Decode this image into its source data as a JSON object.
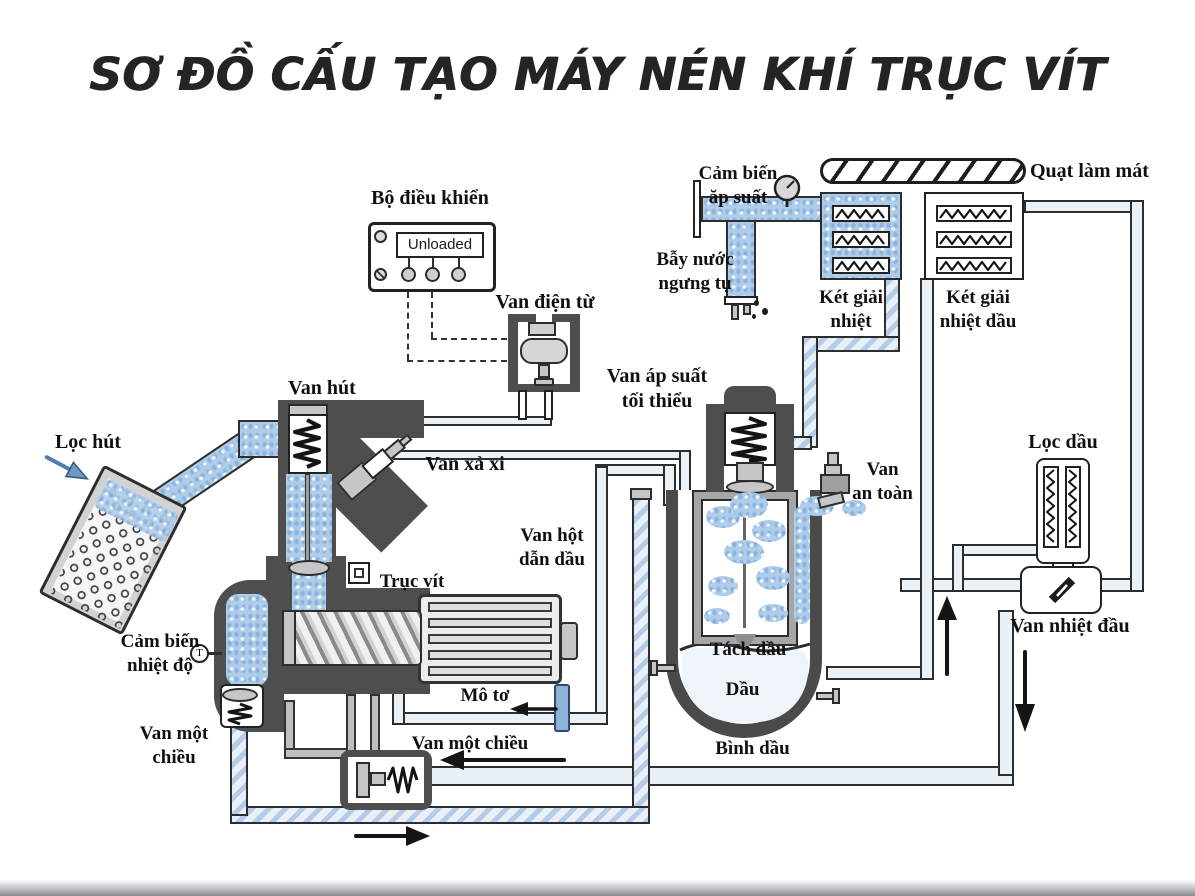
{
  "title": "SƠ ĐỒ CẤU TẠO MÁY NÉN KHÍ TRỤC VÍT",
  "controller": {
    "label": "Bộ điều khiển",
    "display": "Unloaded"
  },
  "labels": {
    "solenoid": "Van điện từ",
    "pressure1": "Cảm biến",
    "pressure2": "ăp suất",
    "fan": "Quạt làm mát",
    "trap1": "Bẫy nước",
    "trap2": "ngưng tụ",
    "cooler1": "Két giải",
    "cooler2": "nhiệt",
    "oilcooler1": "Két giải",
    "oilcooler2": "nhiệt dầu",
    "suction": "Van hút",
    "minp1": "Van áp suất",
    "minp2": "tối thiểu",
    "filter": "Lọc hút",
    "blowoff": "Van xả xi",
    "safety1": "Van",
    "safety2": "an toàn",
    "oilfeed1": "Van hột",
    "oilfeed2": "dẫn dầu",
    "screw": "Trục vít",
    "temp1": "Cảm biến",
    "temp2": "nhiệt độ",
    "temp_symbol": "T",
    "separator": "Tách dầu",
    "oil": "Dầu",
    "motor": "Mô tơ",
    "check1a": "Van một",
    "check1b": "chiều",
    "check2": "Van một chiều",
    "tank": "Bình dầu",
    "oilfilter": "Lọc dầu",
    "thermal": "Van nhiệt đầu"
  },
  "colors": {
    "air": "#aecdea",
    "pipe": "#eaf1f7",
    "housing": "#4e4e4e",
    "hatch": "#b3cde8",
    "ink": "#1a1a1a"
  }
}
